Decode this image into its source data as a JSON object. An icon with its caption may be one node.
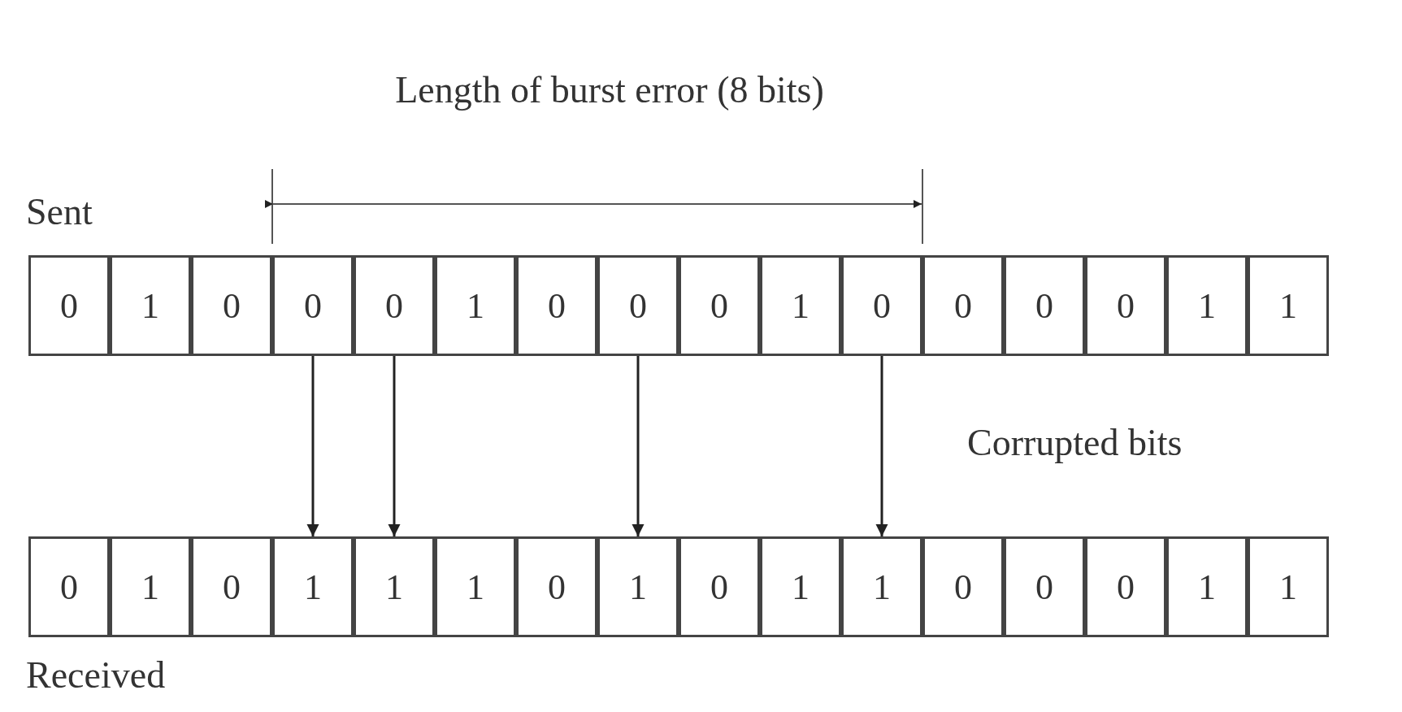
{
  "diagram": {
    "nodes": [
      {
        "text": [
          "0"
        ]
      },
      {
        "text": [
          "1"
        ]
      },
      {
        "text": [
          "0"
        ]
      },
      {
        "text": [
          "0"
        ]
      },
      {
        "text": [
          "0"
        ]
      },
      {
        "text": [
          "1"
        ]
      },
      {
        "text": [
          "0"
        ]
      },
      {
        "text": [
          "0"
        ]
      },
      {
        "text": [
          "0"
        ]
      },
      {
        "text": [
          "1"
        ]
      },
      {
        "text": [
          "0"
        ]
      },
      {
        "text": [
          "0"
        ]
      },
      {
        "text": [
          "0"
        ]
      },
      {
        "text": [
          "0"
        ]
      },
      {
        "text": [
          "1"
        ]
      },
      {
        "text": [
          "1"
        ]
      },
      {
        "text": [
          "0"
        ]
      },
      {
        "text": [
          "1"
        ]
      },
      {
        "text": [
          "0"
        ]
      },
      {
        "text": [
          "1"
        ]
      },
      {
        "text": [
          "1"
        ]
      },
      {
        "text": [
          "1"
        ]
      },
      {
        "text": [
          "0"
        ]
      },
      {
        "text": [
          "1"
        ]
      },
      {
        "text": [
          "0"
        ]
      },
      {
        "text": [
          "1"
        ]
      },
      {
        "text": [
          "1"
        ]
      },
      {
        "text": [
          "0"
        ]
      },
      {
        "text": [
          "0"
        ]
      },
      {
        "text": [
          "0"
        ]
      },
      {
        "text": [
          "1"
        ]
      },
      {
        "text": [
          "1"
        ]
      }
    ],
    "edges": [
      {
        "from": 3,
        "to": 19,
        "arrow": "to"
      },
      {
        "from": 4,
        "to": 20,
        "arrow": "to"
      },
      {
        "from": 7,
        "to": 23,
        "arrow": "to"
      },
      {
        "from": 10,
        "to": 26,
        "arrow": "to"
      }
    ],
    "labels": [
      "Length of burst error (8 bits)",
      "Sent",
      "Corrupted bits",
      "Received"
    ]
  }
}
